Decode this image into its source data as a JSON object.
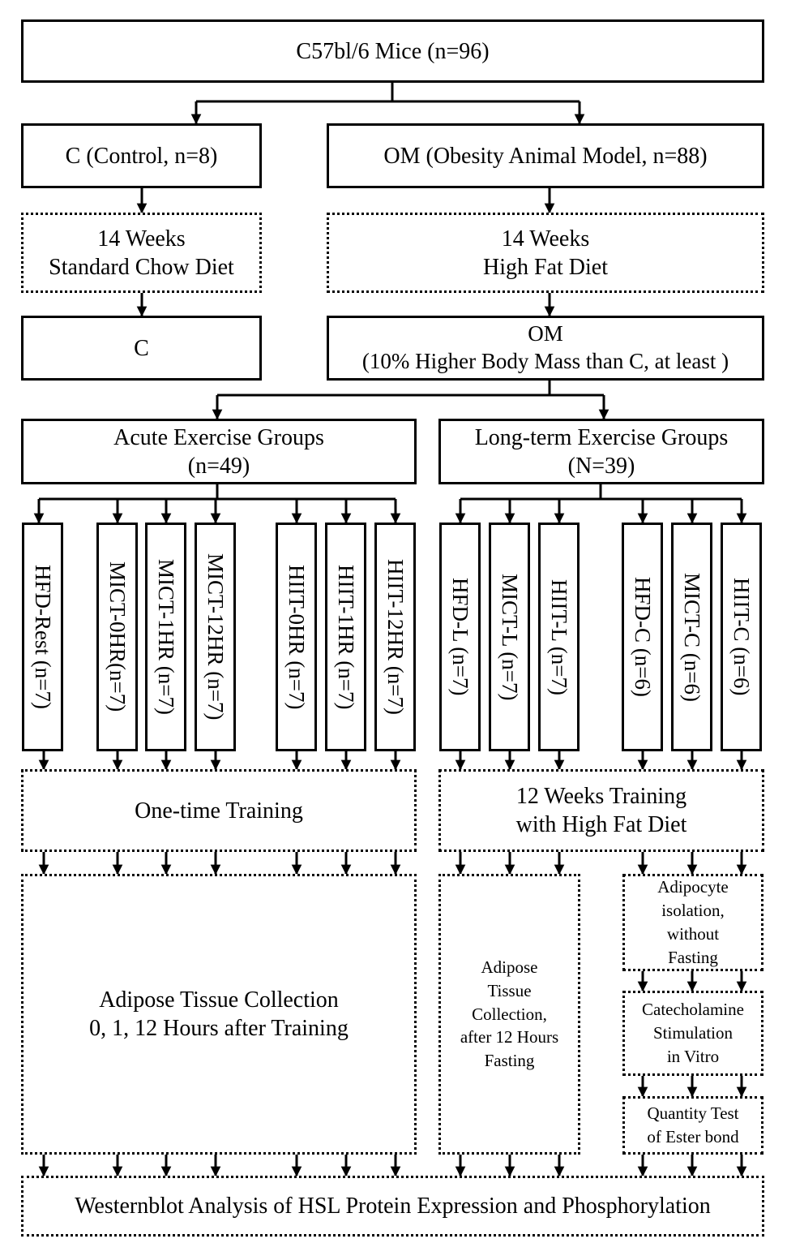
{
  "root": "C57bl/6 Mice  (n=96)",
  "control": {
    "group": "C (Control, n=8)",
    "diet": "14 Weeks\nStandard Chow Diet",
    "result": "C"
  },
  "obesity": {
    "group": "OM (Obesity Animal Model, n=88)",
    "diet": "14 Weeks\nHigh Fat Diet",
    "result": "OM\n(10% Higher Body Mass than C, at least )"
  },
  "acute": {
    "header": "Acute Exercise Groups\n(n=49)",
    "subgroups": [
      "HFD-Rest (n=7)",
      "MICT-0HR(n=7)",
      "MICT-1HR (n=7)",
      "MICT-12HR (n=7)",
      "HIIT-0HR (n=7)",
      "HIIT-1HR (n=7)",
      "HIIT-12HR (n=7)"
    ],
    "training": "One-time Training",
    "collection": "Adipose Tissue Collection\n0, 1, 12 Hours after Training"
  },
  "longterm": {
    "header": "Long-term Exercise Groups\n(N=39)",
    "subgroups": [
      "HFD-L (n=7)",
      "MICT-L (n=7)",
      "HIIT-L (n=7)",
      "HFD-C (n=6)",
      "MICT-C (n=6)",
      "HIIT-C (n=6)"
    ],
    "training": "12 Weeks Training\nwith High Fat Diet",
    "collection": "Adipose\nTissue\nCollection,\nafter 12 Hours\nFasting",
    "isolation": "Adipocyte\nisolation,\nwithout\nFasting",
    "stimulation": "Catecholamine\nStimulation\nin Vitro",
    "quantity": "Quantity Test\nof Ester bond"
  },
  "final": "Westernblot Analysis of HSL Protein Expression and Phosphorylation"
}
